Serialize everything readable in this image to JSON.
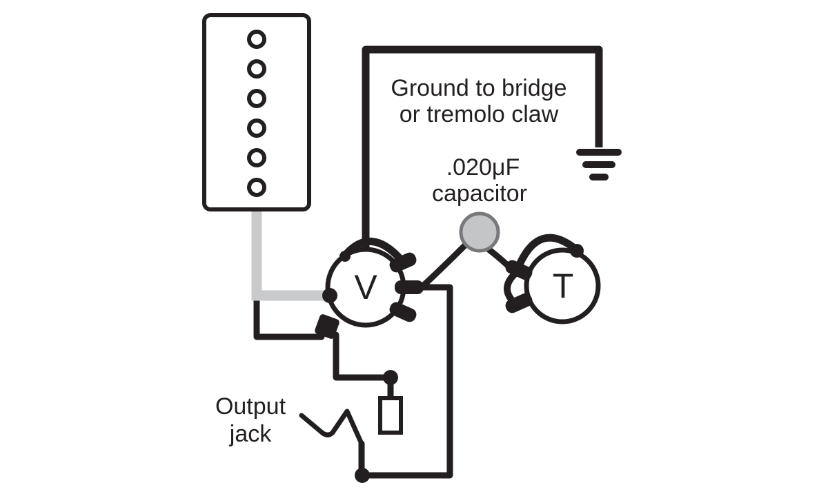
{
  "diagram": {
    "type": "guitar-wiring-diagram",
    "labels": {
      "ground_note_line1": "Ground to bridge",
      "ground_note_line2": "or tremolo claw",
      "capacitor_line1": ".020μF",
      "capacitor_line2": "capacitor",
      "volume_pot": "V",
      "tone_pot": "T",
      "output_jack_line1": "Output",
      "output_jack_line2": "jack"
    },
    "colors": {
      "line": "#231f20",
      "pickup_wire_gray": "#c9cacb",
      "capacitor_fill": "#c4c5c6",
      "capacitor_stroke": "#77787b",
      "background": "#ffffff"
    }
  }
}
